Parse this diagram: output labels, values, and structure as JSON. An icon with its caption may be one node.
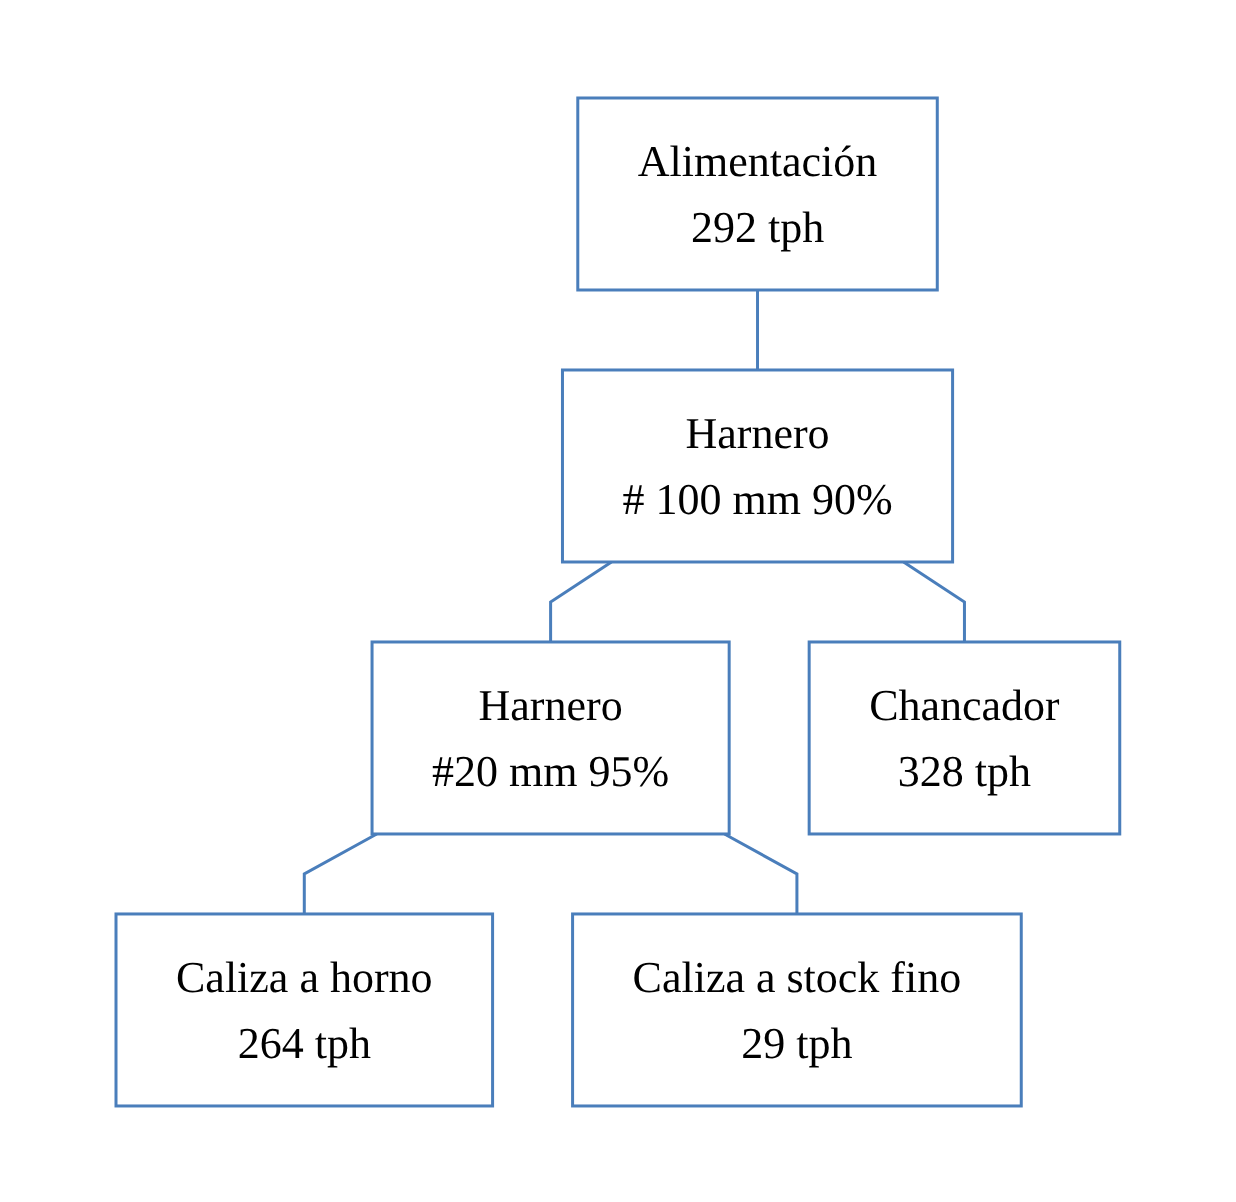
{
  "diagram": {
    "nodes": [
      {
        "text": [
          "Alimentación",
          "292 tph"
        ]
      },
      {
        "text": [
          "Harnero",
          "# 100 mm 90%"
        ]
      },
      {
        "text": [
          "Harnero",
          "#20 mm 95%"
        ]
      },
      {
        "text": [
          "Chancador",
          "328 tph"
        ]
      },
      {
        "text": [
          "Caliza a horno",
          "264 tph"
        ]
      },
      {
        "text": [
          "Caliza a stock fino",
          "29 tph"
        ]
      }
    ],
    "edges": [
      {
        "from": 0,
        "to": 1,
        "arrow": "none"
      },
      {
        "from": 1,
        "to": 2,
        "arrow": "none"
      },
      {
        "from": 1,
        "to": 3,
        "arrow": "none"
      },
      {
        "from": 2,
        "to": 4,
        "arrow": "none"
      },
      {
        "from": 2,
        "to": 5,
        "arrow": "none"
      }
    ]
  }
}
